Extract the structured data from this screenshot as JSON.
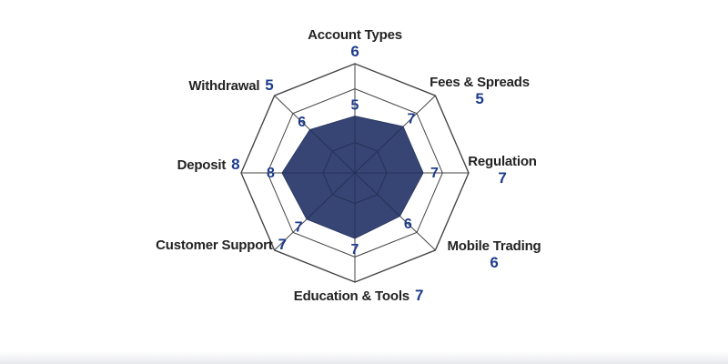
{
  "chart_data": {
    "type": "radar",
    "title": "",
    "sides": 8,
    "axes": [
      {
        "label": "Account Types",
        "label_value": 6,
        "vertex_value": 5
      },
      {
        "label": "Fees & Spreads",
        "label_value": 5,
        "vertex_value": 7
      },
      {
        "label": "Regulation",
        "label_value": 7,
        "vertex_value": 7
      },
      {
        "label": "Mobile Trading",
        "label_value": 6,
        "vertex_value": 6
      },
      {
        "label": "Education & Tools",
        "label_value": 7,
        "vertex_value": 7
      },
      {
        "label": "Customer Support",
        "label_value": 7,
        "vertex_value": 7
      },
      {
        "label": "Deposit",
        "label_value": 8,
        "vertex_value": 8
      },
      {
        "label": "Withdrawal",
        "label_value": 5,
        "vertex_value": 6
      }
    ],
    "scale": {
      "min": 0,
      "max": 10
    },
    "grid": {
      "rings_frac": [
        1.0,
        0.77
      ],
      "inner_ring_frac": 0.28,
      "spokes": true,
      "legend": "none"
    },
    "visual_scale": {
      "base_frac": 0.32,
      "per_unit_frac": 0.04,
      "number_offset_frac": 0.1
    },
    "colors": {
      "fill": "#364573",
      "fill_edge": "#2d3a64",
      "grid": "#46464a",
      "inner_grid": "#253158",
      "value_text": "#1d3c8c",
      "label_text": "#232323",
      "background": "#ffffff"
    }
  }
}
